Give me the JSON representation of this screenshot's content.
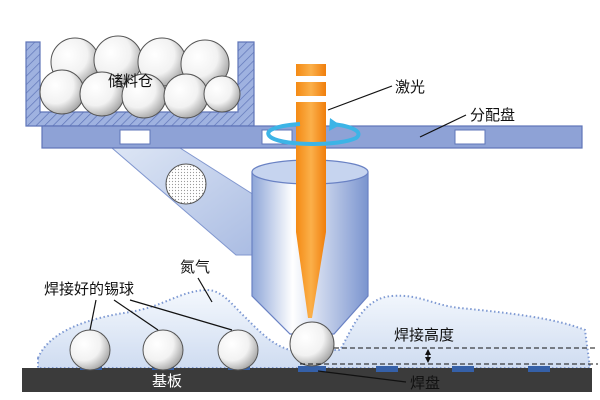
{
  "labels": {
    "hopper": "储料仓",
    "laser": "激光",
    "distribution_plate": "分配盘",
    "nitrogen": "氮气",
    "soldered_balls": "焊接好的锡球",
    "solder_height": "焊接高度",
    "substrate": "基板",
    "pad": "焊盘"
  },
  "colors": {
    "plate_blue": "#8ea2d6",
    "plate_edge": "#5f75b8",
    "laser_orange": "#f7901e",
    "gas_light": "#e3ecf8",
    "substrate_dark": "#3b3b3b",
    "pad_blue": "#3560a8",
    "swirl": "#3cb4e6"
  },
  "icons": {
    "balls": "sphere-icon",
    "swirl": "rotation-arrow-icon"
  }
}
